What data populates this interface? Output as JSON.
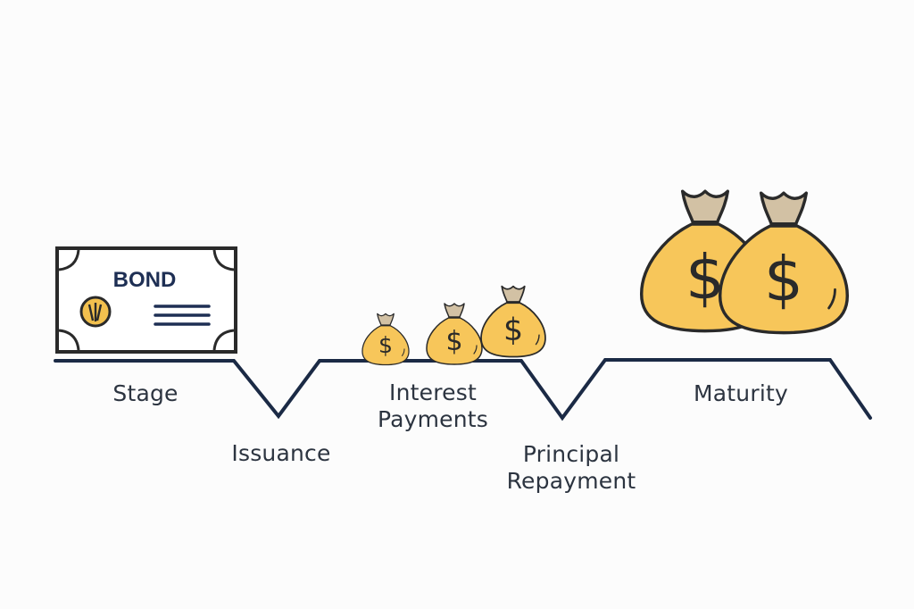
{
  "diagram": {
    "bond_card": {
      "title": "BOND"
    },
    "stages": [
      {
        "id": "stage",
        "lines": [
          "Stage"
        ]
      },
      {
        "id": "issuance",
        "lines": [
          "Issuance"
        ]
      },
      {
        "id": "interest-payments",
        "lines": [
          "Interest",
          "Payments"
        ]
      },
      {
        "id": "principal-repayment",
        "lines": [
          "Principal",
          "Repayment"
        ]
      },
      {
        "id": "maturity",
        "lines": [
          "Maturity"
        ]
      }
    ],
    "money_bag_symbol": "$",
    "colors": {
      "line": "#1b2a45",
      "ink": "#2c3440",
      "bag_fill": "#f7c65a",
      "bag_tie": "#d2c1a4",
      "bond_title": "#1e2f54",
      "seal": "#f2c04e"
    }
  }
}
